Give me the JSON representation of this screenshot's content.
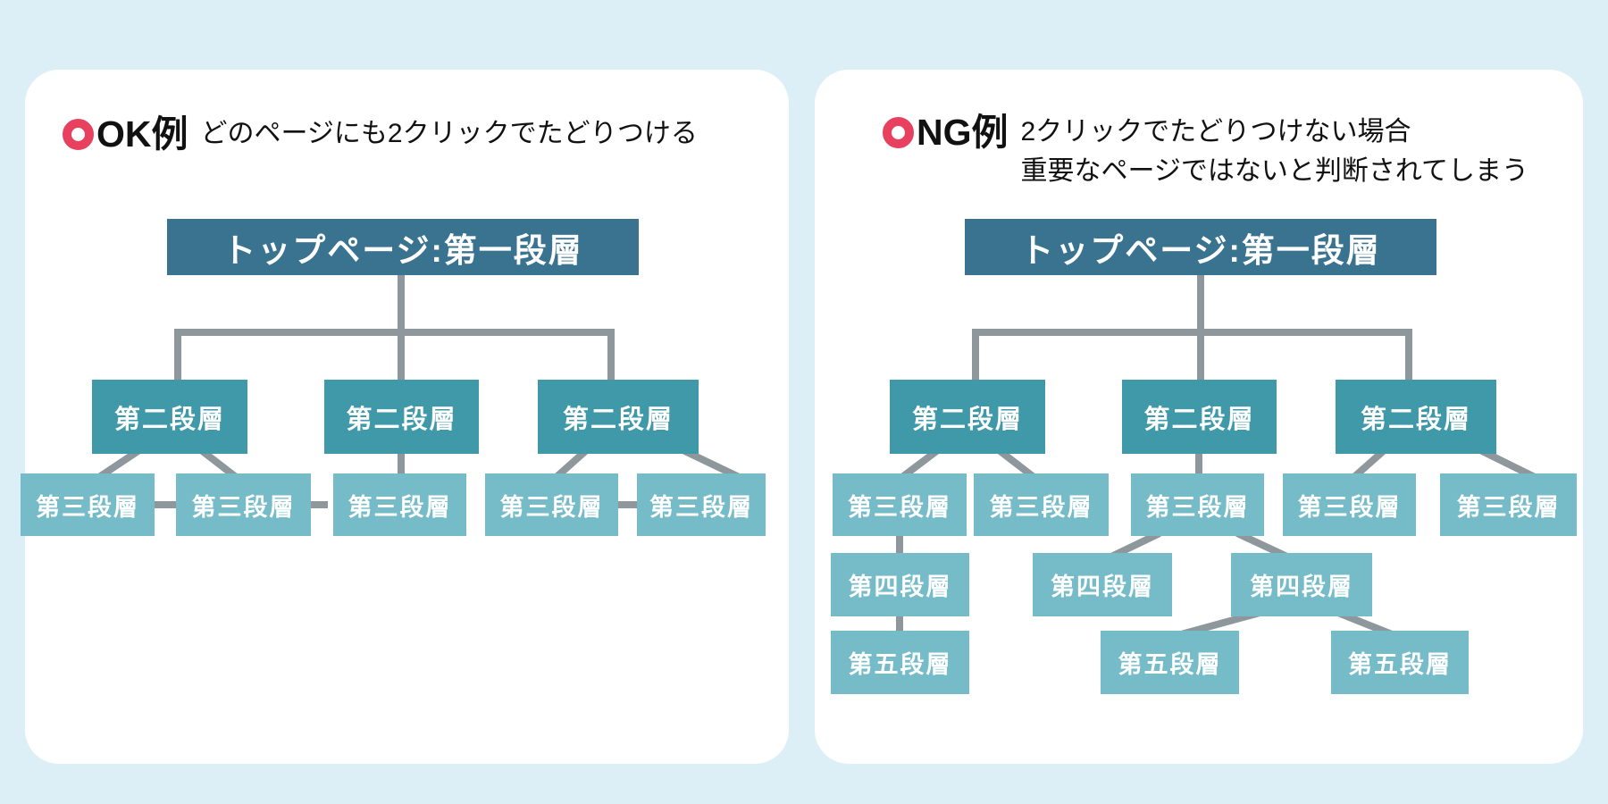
{
  "colors": {
    "background_color": "#ddeff6",
    "card_color": "#ffffff",
    "level1_color": "#3a7390",
    "level2_color": "#3f99a8",
    "level3_color": "#76bcc8",
    "line_color": "#8e979c",
    "ring_color": "#e8415f",
    "text_color": "#111111"
  },
  "ok_panel": {
    "badge": "OK例",
    "desc_line1": "どのページにも2クリックでたどりつける",
    "level1": "トップページ:第一段層",
    "level2": [
      "第二段層",
      "第二段層",
      "第二段層"
    ],
    "level3": [
      "第三段層",
      "第三段層",
      "第三段層",
      "第三段層",
      "第三段層"
    ]
  },
  "ng_panel": {
    "badge": "NG例",
    "desc_line1": "2クリックでたどりつけない場合",
    "desc_line2": "重要なページではないと判断されてしまう",
    "level1": "トップページ:第一段層",
    "level2": [
      "第二段層",
      "第二段層",
      "第二段層"
    ],
    "level3": [
      "第三段層",
      "第三段層",
      "第三段層",
      "第三段層",
      "第三段層"
    ],
    "level4": [
      "第四段層",
      "第四段層",
      "第四段層"
    ],
    "level5": [
      "第五段層",
      "第五段層",
      "第五段層"
    ]
  }
}
